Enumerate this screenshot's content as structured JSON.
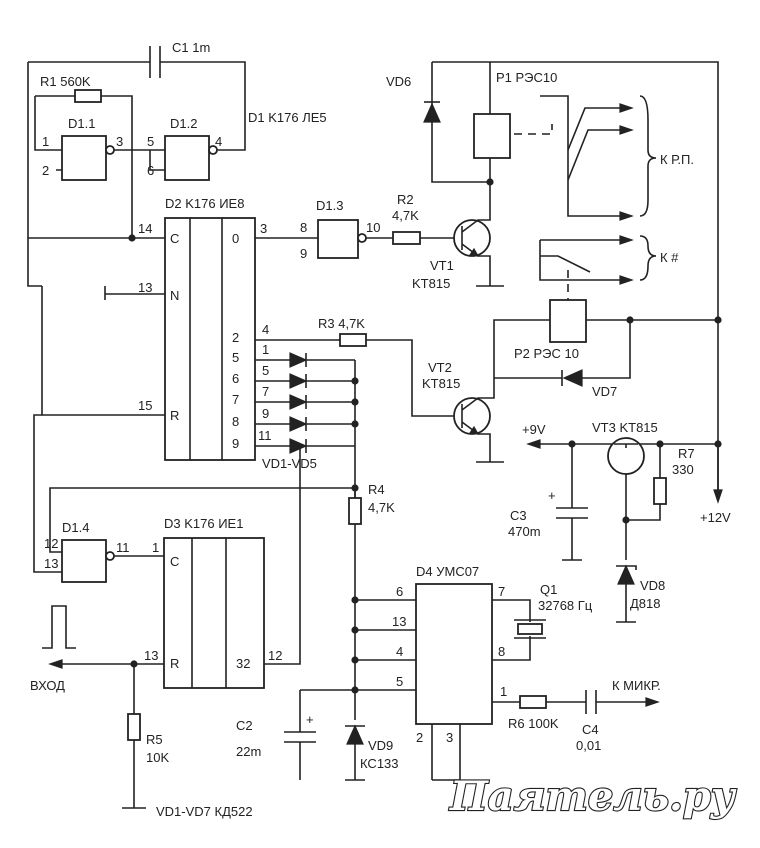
{
  "labels": {
    "c1": "C1 1m",
    "r1": "R1 560K",
    "d1": "D1 K176 ЛЕ5",
    "d1_1": "D1.1",
    "d1_2": "D1.2",
    "d1_3": "D1.3",
    "d1_4": "D1.4",
    "d2": "D2 K176 ИЕ8",
    "d3": "D3 K176 ИЕ1",
    "d4": "D4 УМС07",
    "r2": "R2",
    "r2_val": "4,7K",
    "r3": "R3 4,7K",
    "r4": "R4",
    "r4_val": "4,7K",
    "r5": "R5",
    "r5_val": "10K",
    "r6": "R6 100K",
    "r7": "R7",
    "r7_val": "330",
    "vt1": "VT1",
    "vt1_type": "KT815",
    "vt2": "VT2",
    "vt2_type": "KT815",
    "vt3": "VT3 KT815",
    "vd6": "VD6",
    "vd7": "VD7",
    "vd8": "VD8",
    "vd8_type": "Д818",
    "vd9": "VD9",
    "vd9_type": "КС133",
    "vd1_vd5": "VD1-VD5",
    "p1": "P1 РЭС10",
    "p2": "P2 РЭС 10",
    "k_rp": "К Р.П.",
    "k_hash": "К #",
    "plus9": "+9V",
    "plus12": "+12V",
    "c2": "C2",
    "c2_val": "22m",
    "c3": "C3",
    "c3_val": "470m",
    "c4": "C4",
    "c4_val": "0,01",
    "q1": "Q1",
    "q1_val": "32768 Гц",
    "input": "ВХОД",
    "mic": "К МИКР.",
    "footnote": "VD1-VD7 КД522",
    "pin_C": "C",
    "pin_N": "N",
    "pin_R": "R",
    "plus": "+",
    "watermark": "Паятель.ру"
  },
  "pins": {
    "d1_1": [
      "1",
      "2",
      "3"
    ],
    "d1_2": [
      "5",
      "6",
      "4"
    ],
    "d1_3": [
      "8",
      "9",
      "10"
    ],
    "d1_4": [
      "12",
      "13",
      "11"
    ],
    "d2_left": [
      "14",
      "13",
      "15"
    ],
    "d2_right": [
      "0",
      "2",
      "5",
      "6",
      "7",
      "8",
      "9"
    ],
    "d2_right_ext": [
      "3",
      "4",
      "1",
      "5",
      "7",
      "9",
      "11"
    ],
    "d3_left": [
      "1",
      "13"
    ],
    "d3_right": [
      "32",
      "12"
    ],
    "d4_left": [
      "6",
      "13",
      "4",
      "5"
    ],
    "d4_right": [
      "7",
      "8",
      "1"
    ],
    "d4_bottom": [
      "2",
      "3"
    ]
  }
}
